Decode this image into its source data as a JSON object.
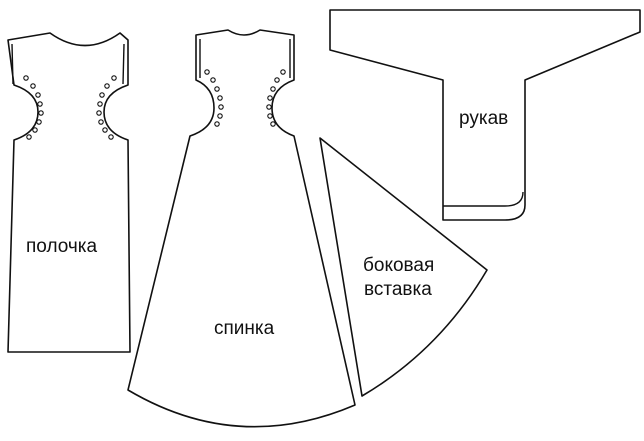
{
  "labels": {
    "front": "полочка",
    "back": "спинка",
    "sleeve": "рукав",
    "side_insert_line1": "боковая",
    "side_insert_line2": "вставка"
  },
  "colors": {
    "stroke": "#111111",
    "fill": "#ffffff"
  }
}
